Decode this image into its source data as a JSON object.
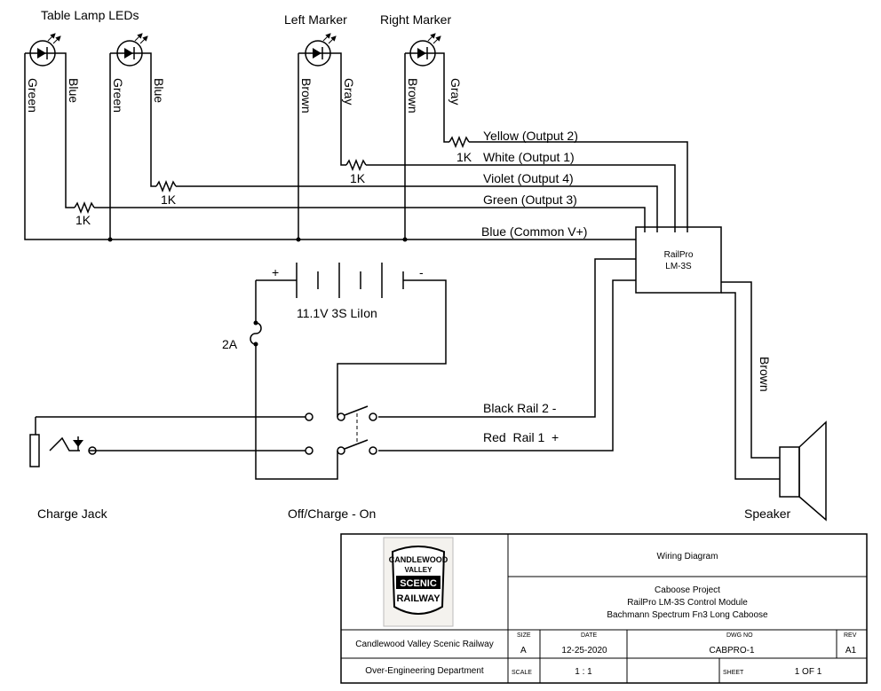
{
  "labels": {
    "table_lamp_leds": "Table Lamp LEDs",
    "left_marker": "Left Marker",
    "right_marker": "Right Marker",
    "battery": "11.1V 3S LiIon",
    "battery_plus": "+",
    "battery_minus": "-",
    "fuse": "2A",
    "charge_jack": "Charge Jack",
    "switch": "Off/Charge - On",
    "speaker": "Speaker",
    "module_line1": "RailPro",
    "module_line2": "LM-3S"
  },
  "wires": {
    "lamp1_a": "Green",
    "lamp1_b": "Blue",
    "lamp2_a": "Green",
    "lamp2_b": "Blue",
    "left_a": "Brown",
    "left_b": "Gray",
    "right_a": "Brown",
    "right_b": "Gray",
    "yellow": "Yellow (Output 2)",
    "white": "White (Output 1)",
    "violet": "Violet (Output 4)",
    "green": "Green (Output 3)",
    "blue": "Blue (Common V+)",
    "black_rail": "Black Rail 2 -",
    "red_rail": "Red  Rail 1  +",
    "speaker_wire": "Brown"
  },
  "resistors": {
    "r1": "1K",
    "r2": "1K",
    "r3": "1K",
    "r4": "1K"
  },
  "title_block": {
    "logo": {
      "line1": "CANDLEWOOD",
      "line2": "VALLEY",
      "line3": "SCENIC",
      "line4": "RAILWAY"
    },
    "drawing_title": "Wiring Diagram",
    "project_line1": "Caboose Project",
    "project_line2": "RailPro LM-3S Control Module",
    "project_line3": "Bachmann Spectrum Fn3 Long Caboose",
    "company": "Candlewood Valley Scenic Railway",
    "department": "Over-Engineering Department",
    "size_header": "SIZE",
    "size_value": "A",
    "date_header": "DATE",
    "date_value": "12-25-2020",
    "dwg_header": "DWG NO",
    "dwg_value": "CABPRO-1",
    "rev_header": "REV",
    "rev_value": "A1",
    "scale_header": "SCALE",
    "scale_value": "1 : 1",
    "sheet_header": "SHEET",
    "sheet_value": "1 OF 1"
  }
}
